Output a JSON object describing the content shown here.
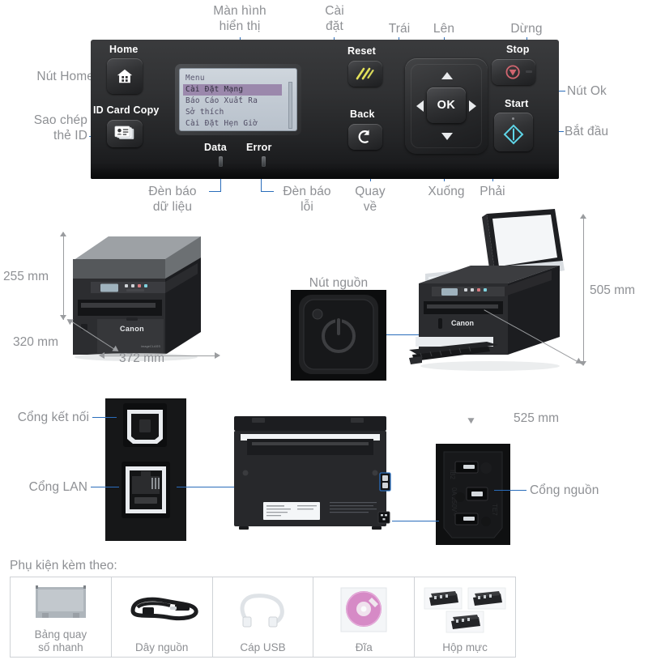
{
  "doc": {
    "language": "vi",
    "accent_line_color": "#2a6dbb",
    "label_color": "#8e9094",
    "panel_color": "#2b2c2e"
  },
  "control_panel": {
    "button_labels": {
      "home": "Home",
      "id_card_copy": "ID Card Copy",
      "reset": "Reset",
      "back": "Back",
      "stop": "Stop",
      "start": "Start",
      "ok": "OK"
    },
    "indicator_labels": {
      "data": "Data",
      "error": "Error"
    },
    "lcd": {
      "title": "Menu",
      "rows": [
        "Cài Đặt Mạng",
        "Báo Cáo Xuất Ra",
        "Sở thích",
        "Cài Đặt Hẹn Giờ"
      ],
      "selected_index": 0
    }
  },
  "callouts": {
    "display": "Màn hình\nhiển thị",
    "settings": "Cài\nđặt",
    "left": "Trái",
    "up": "Lên",
    "stop": "Dừng",
    "home_button": "Nút Home",
    "ok_button": "Nút Ok",
    "id_card_copy": "Sao chép\nthẻ ID",
    "start_button": "Bắt đầu",
    "data_lamp": "Đèn báo\ndữ liệu",
    "error_lamp": "Đèn báo\nlỗi",
    "back": "Quay\nvề",
    "down": "Xuống",
    "right": "Phải",
    "power_button": "Nút nguồn",
    "usb_port": "Cổng kết nối",
    "lan_port": "Cổng LAN",
    "power_port": "Cổng nguồn"
  },
  "dimensions": {
    "height_closed": "255 mm",
    "depth_closed": "320 mm",
    "width_closed": "372 mm",
    "height_open": "505 mm",
    "depth_open": "525 mm"
  },
  "accessories": {
    "title": "Phụ kiện kèm theo:",
    "items": [
      {
        "label": "Bảng quay\nsố nhanh",
        "icon": "dial-plate-icon"
      },
      {
        "label": "Dây nguồn",
        "icon": "power-cord-icon"
      },
      {
        "label": "Cáp USB",
        "icon": "usb-cable-icon"
      },
      {
        "label": "Đĩa",
        "icon": "disc-icon"
      },
      {
        "label": "Hộp mực",
        "icon": "toner-cartridge-icon"
      }
    ]
  },
  "brand": {
    "name": "Canon"
  }
}
